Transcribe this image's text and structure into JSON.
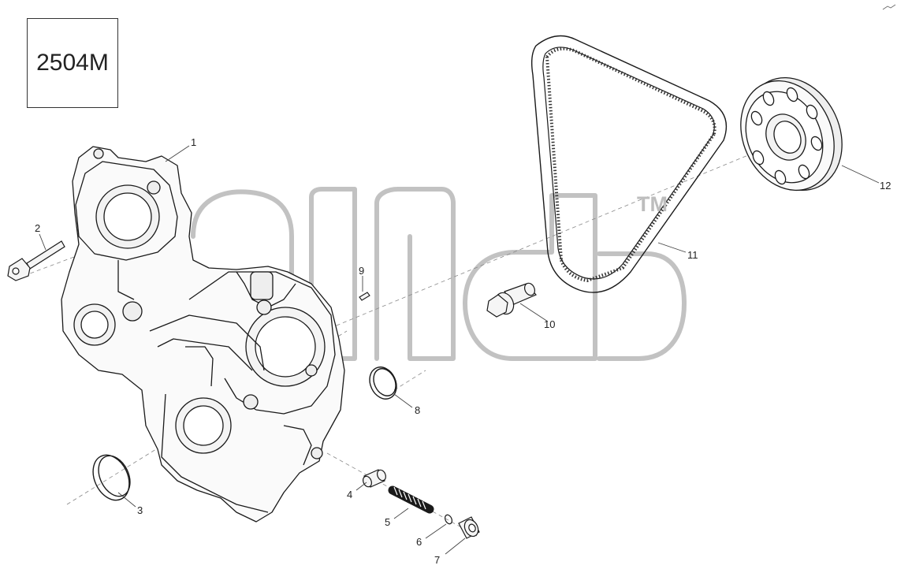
{
  "diagram": {
    "code": "2504M",
    "watermark": {
      "logo": "alfa",
      "mark": "TM"
    },
    "callouts": [
      "1",
      "2",
      "3",
      "4",
      "5",
      "6",
      "7",
      "8",
      "9",
      "10",
      "11",
      "12"
    ]
  }
}
